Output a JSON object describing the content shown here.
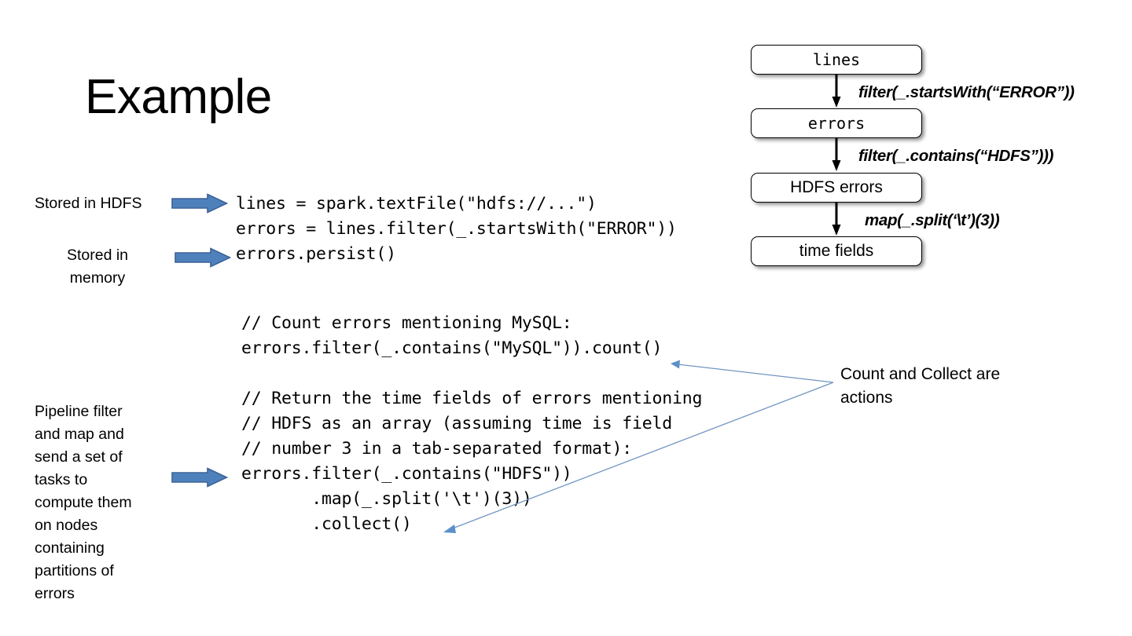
{
  "slide": {
    "title": "Example",
    "background_color": "#ffffff"
  },
  "annotations": {
    "stored_in_hdfs": "Stored in HDFS",
    "stored_in_memory": "Stored in\nmemory",
    "pipeline_note": "Pipeline filter\nand map and\nsend a set of\ntasks to\ncompute them\non nodes\ncontaining\npartitions of\nerrors",
    "actions_note": "Count and Collect are\nactions"
  },
  "code": {
    "top_block": "lines = spark.textFile(\"hdfs://...\")\nerrors = lines.filter(_.startsWith(\"ERROR\"))\nerrors.persist()",
    "bottom_block": "// Count errors mentioning MySQL:\nerrors.filter(_.contains(\"MySQL\")).count()\n\n// Return the time fields of errors mentioning\n// HDFS as an array (assuming time is field\n// number 3 in a tab-separated format):\nerrors.filter(_.contains(\"HDFS\"))\n       .map(_.split('\\t')(3))\n       .collect()"
  },
  "flow": {
    "nodes": [
      {
        "id": "lines",
        "label": "lines",
        "font": "mono"
      },
      {
        "id": "errors",
        "label": "errors",
        "font": "mono"
      },
      {
        "id": "hdfs-errors",
        "label": "HDFS errors",
        "font": "sans"
      },
      {
        "id": "time-fields",
        "label": "time fields",
        "font": "sans"
      }
    ],
    "edge_labels": [
      "filter(_.startsWith(“ERROR”))",
      "filter(_.contains(“HDFS”)))",
      "map(_.split(‘\\t’)(3))"
    ]
  },
  "colors": {
    "arrow_fill": "#4e81bc",
    "arrow_stroke": "#3a6295",
    "connector_line": "#7095c0",
    "node_border": "#000000",
    "text": "#000000"
  }
}
